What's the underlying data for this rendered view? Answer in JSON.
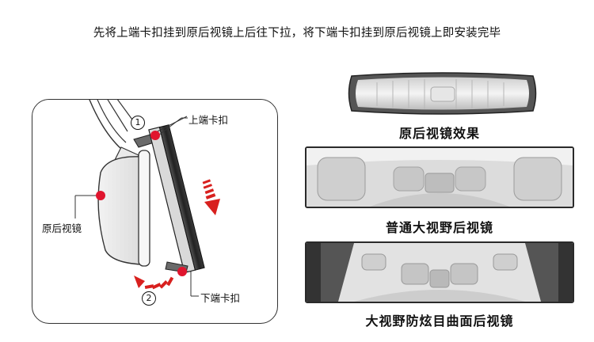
{
  "headline": "先将上端卡扣挂到原后视镜上后往下拉，将下端卡扣挂到原后视镜上即安装完毕",
  "diagram": {
    "label_top_clip": "上端卡扣",
    "label_bottom_clip": "下端卡扣",
    "label_original_mirror": "原后视镜",
    "step1": "1",
    "step2": "2"
  },
  "captions": {
    "original_effect": "原后视镜效果",
    "normal_wide": "普通大视野后视镜",
    "anti_glare": "大视野防炫目曲面后视镜"
  },
  "colors": {
    "marker_red": "#e0152e",
    "arrow_red": "#d8201e"
  }
}
